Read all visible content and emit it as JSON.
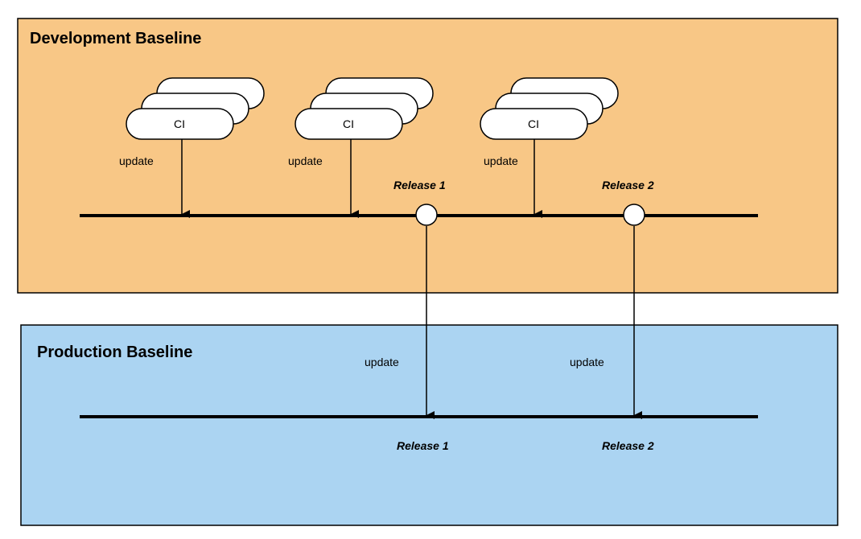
{
  "colors": {
    "development_fill": "#f8c786",
    "production_fill": "#abd4f2",
    "border": "#000000"
  },
  "development": {
    "title": "Development Baseline",
    "ci_groups": [
      {
        "label": "CI",
        "update_label": "update"
      },
      {
        "label": "CI",
        "update_label": "update"
      },
      {
        "label": "CI",
        "update_label": "update"
      }
    ],
    "releases": [
      {
        "label": "Release 1"
      },
      {
        "label": "Release 2"
      }
    ]
  },
  "production": {
    "title": "Production Baseline",
    "updates": [
      {
        "update_label": "update",
        "release_label": "Release 1"
      },
      {
        "update_label": "update",
        "release_label": "Release 2"
      }
    ]
  }
}
